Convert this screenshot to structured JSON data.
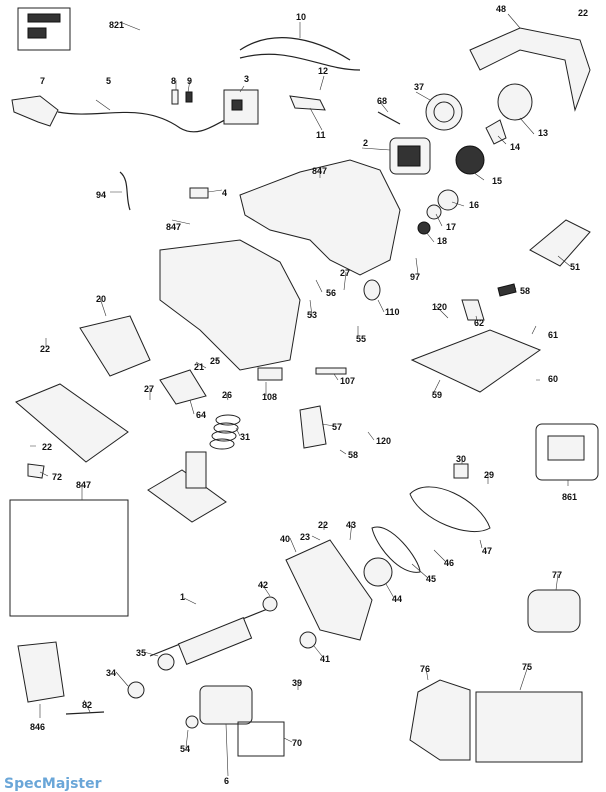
{
  "labels": {
    "l821": "821",
    "l10": "10",
    "l48": "48",
    "l22a": "22",
    "l7": "7",
    "l5": "5",
    "l8": "8",
    "l9": "9",
    "l3": "3",
    "l12": "12",
    "l37": "37",
    "l68": "68",
    "l11": "11",
    "l13": "13",
    "l2": "2",
    "l14": "14",
    "l847a": "847",
    "l15": "15",
    "l94": "94",
    "l4": "4",
    "l16": "16",
    "l17": "17",
    "l847b": "847",
    "l18": "18",
    "l97": "97",
    "l27a": "27",
    "l51": "51",
    "l56": "56",
    "l58a": "58",
    "l120a": "120",
    "l20": "20",
    "l53": "53",
    "l110": "110",
    "l62": "62",
    "l61": "61",
    "l55": "55",
    "l22b": "22",
    "l25": "25",
    "l21": "21",
    "l107": "107",
    "l60": "60",
    "l27b": "27",
    "l26": "26",
    "l108": "108",
    "l59": "59",
    "l64": "64",
    "l57": "57",
    "l31": "31",
    "l120b": "120",
    "l22c": "22",
    "l58b": "58",
    "l30": "30",
    "l29": "29",
    "l72": "72",
    "l847c": "847",
    "l861": "861",
    "l22d": "22",
    "l23": "23",
    "l43": "43",
    "l40": "40",
    "l47": "47",
    "l46": "46",
    "l45": "45",
    "l44": "44",
    "l77": "77",
    "l1": "1",
    "l42": "42",
    "l35": "35",
    "l41": "41",
    "l34": "34",
    "l39": "39",
    "l76": "76",
    "l75": "75",
    "l82": "82",
    "l846": "846",
    "l54": "54",
    "l70": "70",
    "l6": "6"
  },
  "watermark": "SpecMajster"
}
